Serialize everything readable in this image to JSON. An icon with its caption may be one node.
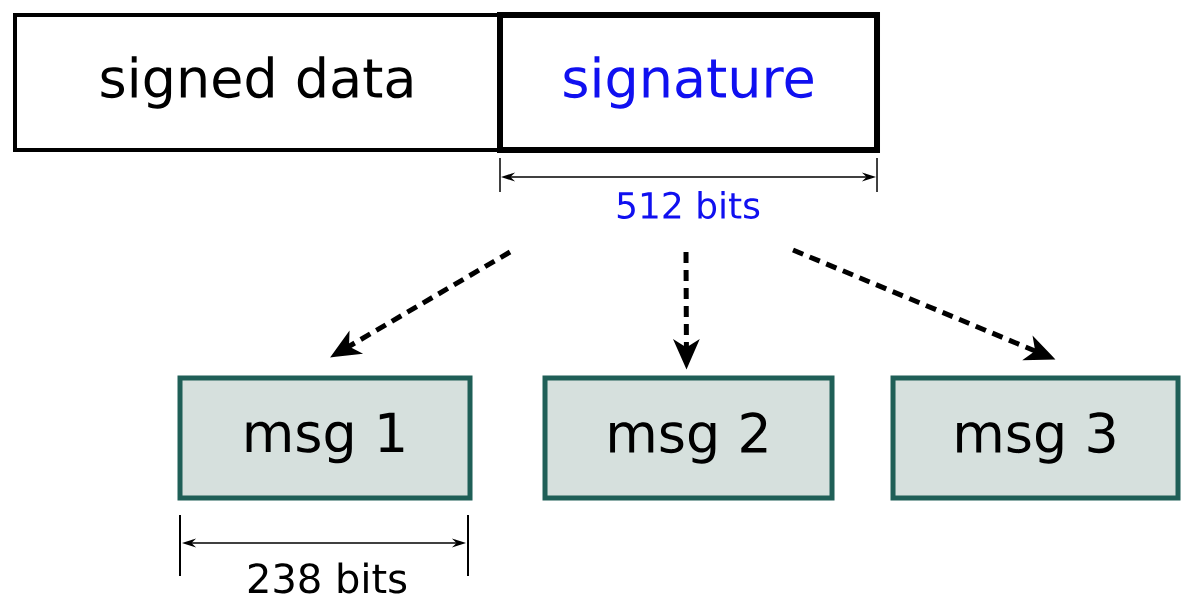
{
  "diagram": {
    "nodes": [
      {
        "text": [
          "signed data"
        ]
      },
      {
        "text": [
          "signature"
        ]
      },
      {
        "text": [
          "msg 1"
        ]
      },
      {
        "text": [
          "msg 2"
        ]
      },
      {
        "text": [
          "msg 3"
        ]
      }
    ],
    "edges": [
      {
        "from": null,
        "to": 2,
        "arrow": "to",
        "style": "dashed"
      },
      {
        "from": null,
        "to": 3,
        "arrow": "to",
        "style": "dashed"
      },
      {
        "from": null,
        "to": 4,
        "arrow": "to",
        "style": "dashed"
      }
    ],
    "labels": [
      "512 bits",
      "238 bits"
    ]
  }
}
